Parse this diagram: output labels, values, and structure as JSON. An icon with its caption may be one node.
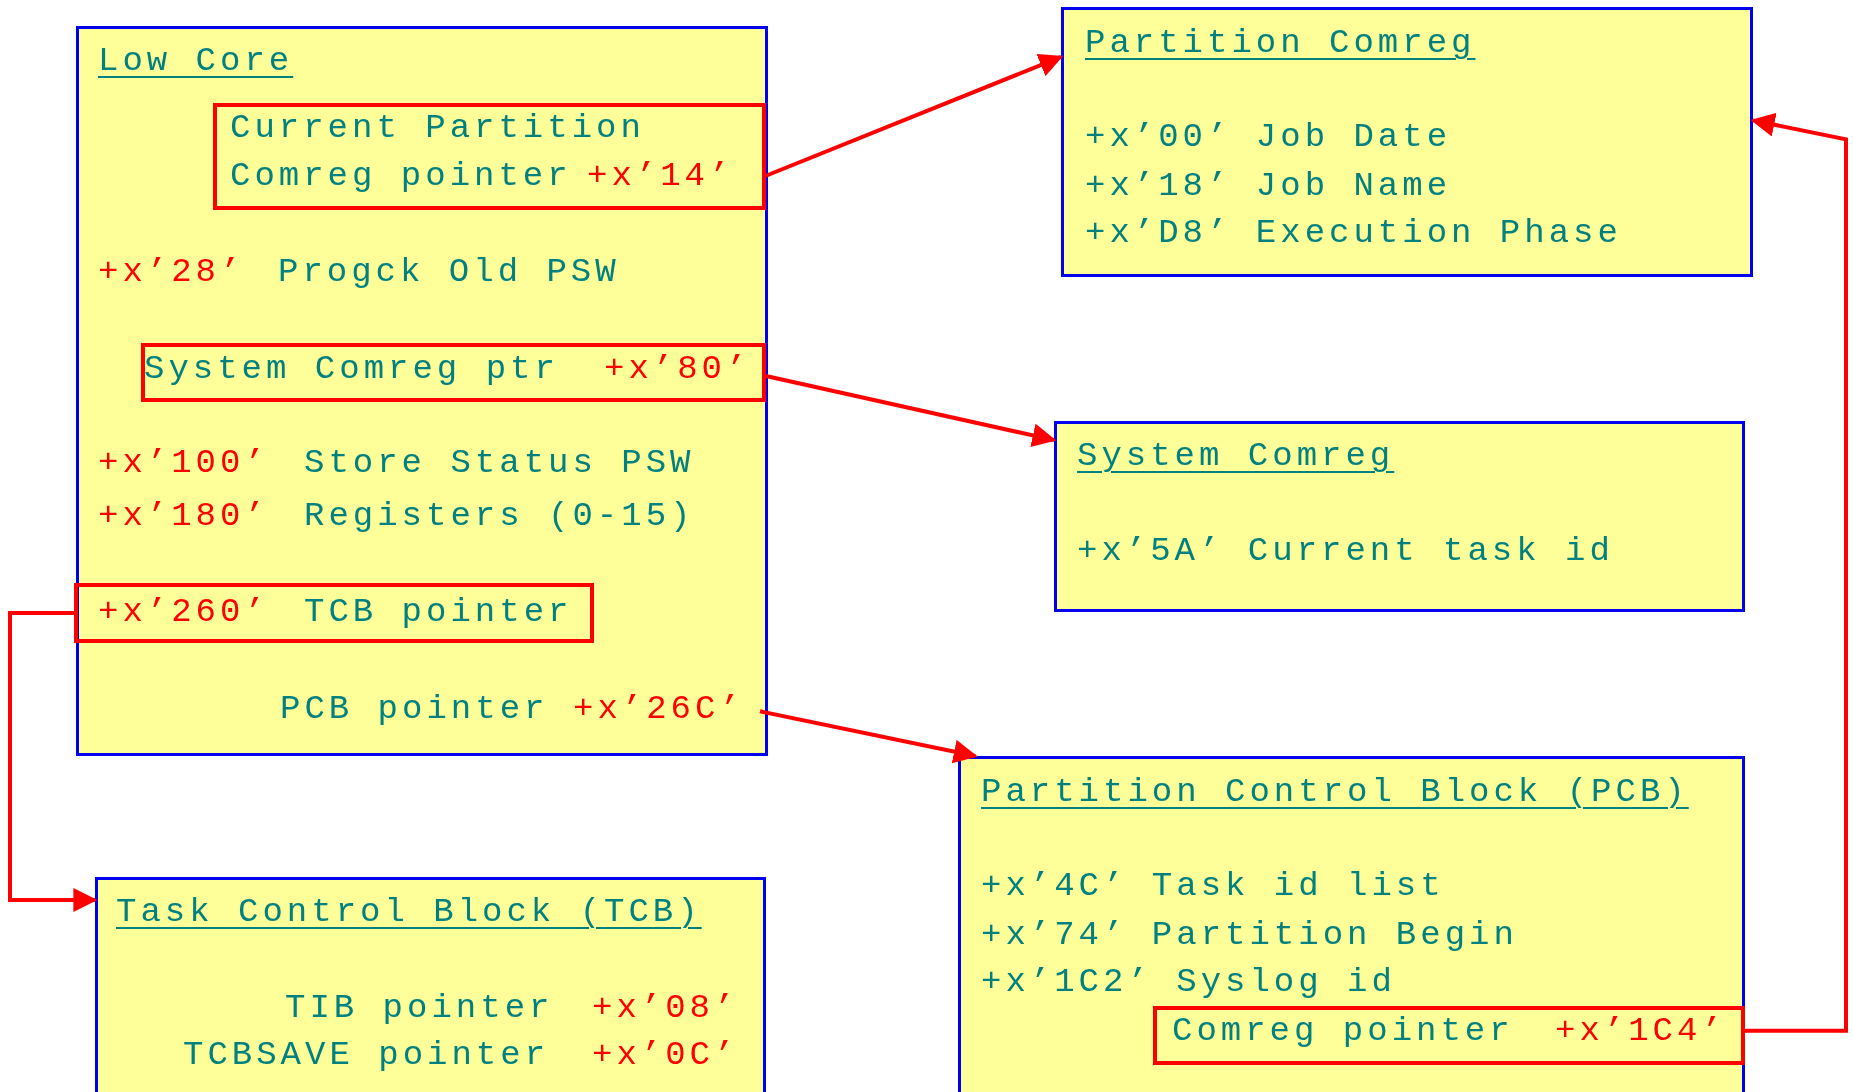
{
  "diagram": {
    "nodes": [
      {
        "text": [
          "Low Core",
          "+x’28’",
          "Progck Old PSW",
          "+x’100’",
          "Store Status PSW",
          "+x’180’",
          "Registers (0-15)"
        ]
      },
      {
        "text": [
          "Current Partition Comreg pointer",
          "+x’14’"
        ],
        "in": 0
      },
      {
        "text": [
          "System Comreg ptr",
          "+x’80’"
        ],
        "in": 0
      },
      {
        "text": [
          "+x’260’",
          "TCB pointer"
        ],
        "in": 0
      },
      {
        "text": [
          "PCB pointer",
          "+x’26C’"
        ],
        "in": 0
      },
      {
        "text": [
          "Partition Comreg",
          "+x’00’ Job Date",
          "+x’18’ Job Name",
          "+x’D8’ Execution Phase"
        ]
      },
      {
        "text": [
          "System Comreg",
          "+x’5A’ Current task id"
        ]
      },
      {
        "text": [
          "Task Control Block (TCB)",
          "TIB pointer",
          "+x’08’",
          "TCBSAVE pointer",
          "+x’0C’"
        ]
      },
      {
        "text": [
          "Partition Control Block (PCB)",
          "+x’4C’ Task id list",
          "+x’74’ Partition Begin",
          "+x’1C2’ Syslog id"
        ]
      },
      {
        "text": [
          "Comreg pointer",
          "+x’1C4’"
        ],
        "in": 8
      }
    ],
    "edges": [
      {
        "from": 1,
        "to": 5,
        "arrow": "to"
      },
      {
        "from": 2,
        "to": 6,
        "arrow": "to"
      },
      {
        "from": 3,
        "to": 7,
        "arrow": "to"
      },
      {
        "from": 4,
        "to": 8,
        "arrow": "to"
      },
      {
        "from": 9,
        "to": 5,
        "arrow": "to"
      }
    ]
  }
}
